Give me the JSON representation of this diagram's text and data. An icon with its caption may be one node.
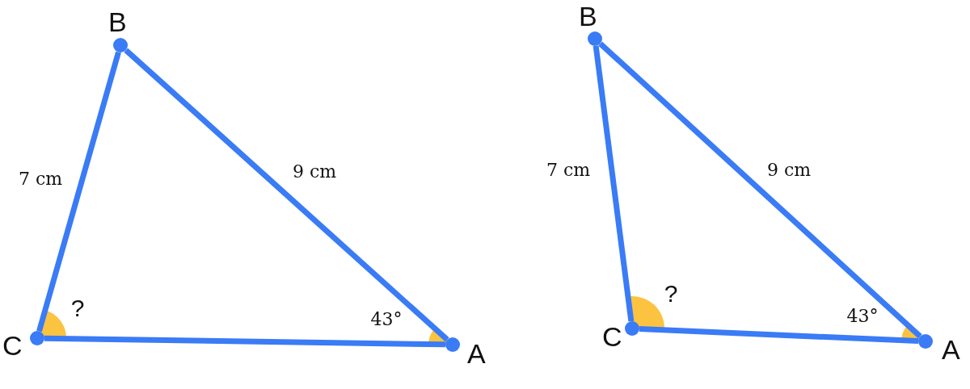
{
  "diagram": {
    "nodes": [
      {
        "text": [
          "B"
        ]
      },
      {
        "text": [
          "C"
        ]
      },
      {
        "text": [
          "A"
        ]
      },
      {
        "text": [
          "B"
        ]
      },
      {
        "text": [
          "C"
        ]
      },
      {
        "text": [
          "A"
        ]
      }
    ],
    "edges": [
      {
        "from": 1,
        "to": 0,
        "arrow": "none",
        "label": "7 cm"
      },
      {
        "from": 0,
        "to": 2,
        "arrow": "none",
        "label": "9 cm"
      },
      {
        "from": 1,
        "to": 2,
        "arrow": "none"
      },
      {
        "from": 4,
        "to": 3,
        "arrow": "none",
        "label": "7 cm"
      },
      {
        "from": 3,
        "to": 5,
        "arrow": "none",
        "label": "9 cm"
      },
      {
        "from": 4,
        "to": 5,
        "arrow": "none"
      }
    ],
    "labels": [
      "?",
      "43°",
      "?",
      "43°"
    ]
  }
}
